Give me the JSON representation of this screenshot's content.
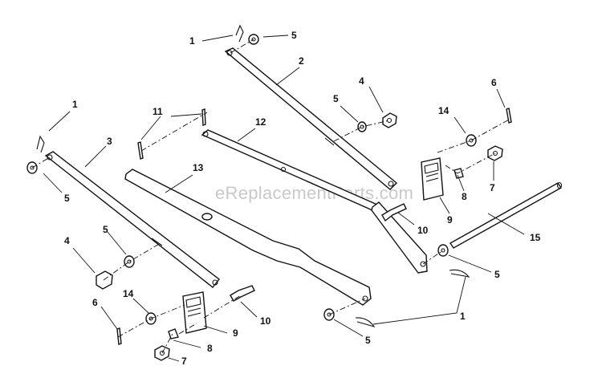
{
  "watermark": "eReplacementParts.com",
  "callouts": [
    {
      "id": "c1a",
      "text": "1"
    },
    {
      "id": "c5a",
      "text": "5"
    },
    {
      "id": "c2",
      "text": "2"
    },
    {
      "id": "c4a",
      "text": "4"
    },
    {
      "id": "c5b",
      "text": "5"
    },
    {
      "id": "c6a",
      "text": "6"
    },
    {
      "id": "c14a",
      "text": "14"
    },
    {
      "id": "c11",
      "text": "11"
    },
    {
      "id": "c12",
      "text": "12"
    },
    {
      "id": "c1b",
      "text": "1"
    },
    {
      "id": "c3",
      "text": "3"
    },
    {
      "id": "c5c",
      "text": "5"
    },
    {
      "id": "c13",
      "text": "13"
    },
    {
      "id": "c8a",
      "text": "8"
    },
    {
      "id": "c7a",
      "text": "7"
    },
    {
      "id": "c9a",
      "text": "9"
    },
    {
      "id": "c10a",
      "text": "10"
    },
    {
      "id": "c15",
      "text": "15"
    },
    {
      "id": "c4b",
      "text": "4"
    },
    {
      "id": "c5d",
      "text": "5"
    },
    {
      "id": "c5e",
      "text": "5"
    },
    {
      "id": "c14b",
      "text": "14"
    },
    {
      "id": "c6b",
      "text": "6"
    },
    {
      "id": "c10b",
      "text": "10"
    },
    {
      "id": "c9b",
      "text": "9"
    },
    {
      "id": "c8b",
      "text": "8"
    },
    {
      "id": "c1c",
      "text": "1"
    },
    {
      "id": "c7b",
      "text": "7"
    },
    {
      "id": "c5f",
      "text": "5"
    }
  ]
}
